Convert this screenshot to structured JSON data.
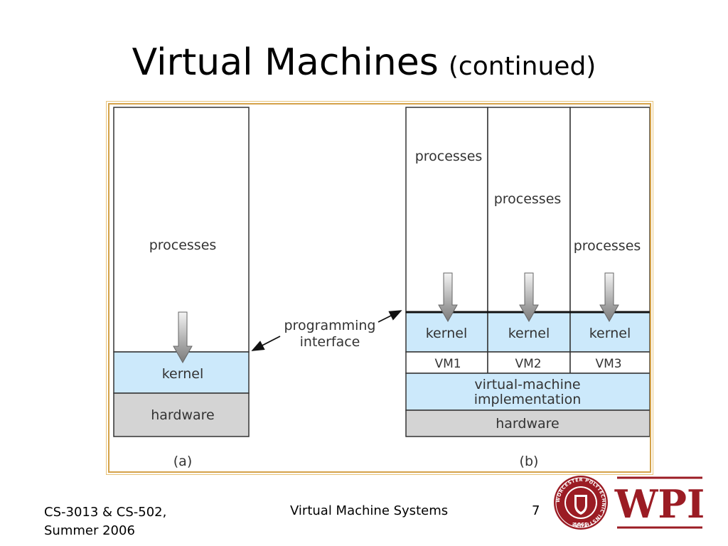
{
  "slide": {
    "title": "Virtual Machines",
    "title_suffix": "(continued)"
  },
  "diagram": {
    "a": {
      "processes": "processes",
      "kernel": "kernel",
      "hardware": "hardware",
      "caption": "(a)"
    },
    "programming_interface": [
      "programming",
      "interface"
    ],
    "b": {
      "processes": [
        "processes",
        "processes",
        "processes"
      ],
      "kernels": [
        "kernel",
        "kernel",
        "kernel"
      ],
      "vms": [
        "VM1",
        "VM2",
        "VM3"
      ],
      "vm_impl": [
        "virtual-machine",
        "implementation"
      ],
      "hardware": "hardware",
      "caption": "(b)"
    },
    "colors": {
      "kernel_fill": "#cce9fb",
      "hardware_fill": "#d4d4d4",
      "frame": "#d4a24a"
    }
  },
  "footer": {
    "course": "CS-3013 & CS-502,",
    "term": "Summer 2006",
    "center": "Virtual Machine Systems",
    "page": "7"
  },
  "logo": {
    "text": "WPI",
    "seal_text": "WORCESTER POLYTECHNIC INSTITUTE",
    "year": "1865",
    "color": "#9b1c24"
  }
}
